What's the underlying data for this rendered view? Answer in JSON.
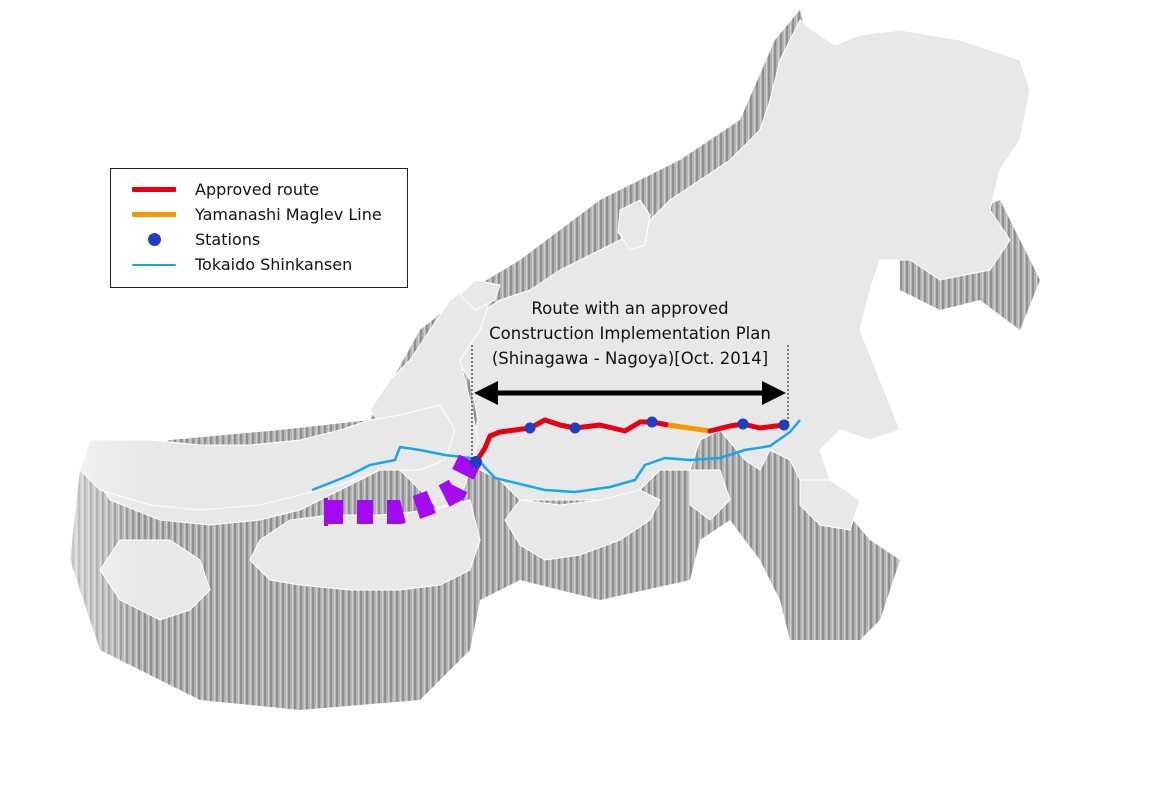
{
  "legend": {
    "items": [
      {
        "label": "Approved route",
        "kind": "line",
        "color": "#e60012",
        "thickness": 5
      },
      {
        "label": "Yamanashi Maglev Line",
        "kind": "line",
        "color": "#f39800",
        "thickness": 5
      },
      {
        "label": "Stations",
        "kind": "dot",
        "color": "#1f3fbf"
      },
      {
        "label": "Tokaido Shinkansen",
        "kind": "line",
        "color": "#1aa7e8",
        "thickness": 2
      }
    ]
  },
  "annotation": {
    "lines": [
      "Route with an approved",
      "Construction Implementation Plan",
      "(Shinagawa - Nagoya)[Oct. 2014]"
    ]
  },
  "colors": {
    "land": "#e6e6e6",
    "land_shadow": "#a9a9a9",
    "approved_route": "#e60012",
    "yamanashi_line": "#f39800",
    "station": "#1f3fbf",
    "shinkansen": "#1aa7e8",
    "planned_extension": "#a20bf0"
  }
}
